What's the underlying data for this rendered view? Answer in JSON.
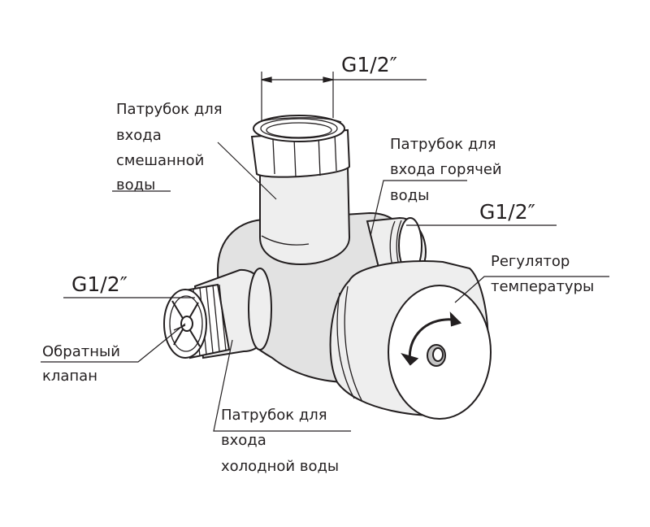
{
  "labels": {
    "mixed_outlet": [
      "Патрубок для",
      "входа",
      "смешанной",
      "воды"
    ],
    "hot_inlet": [
      "Патрубок для",
      "входа горячей",
      "воды"
    ],
    "regulator": [
      "Регулятор",
      "температуры"
    ],
    "check_valve": [
      "Обратный",
      "клапан"
    ],
    "cold_inlet": [
      "Патрубок для",
      "входа",
      "холодной воды"
    ]
  },
  "dimensions": {
    "top_thread": "G1/2″",
    "right_thread": "G1/2″",
    "left_thread": "G1/2″"
  },
  "colors": {
    "line": "#231f20",
    "body": "#e2e2e2",
    "highlight": "#ffffff"
  }
}
